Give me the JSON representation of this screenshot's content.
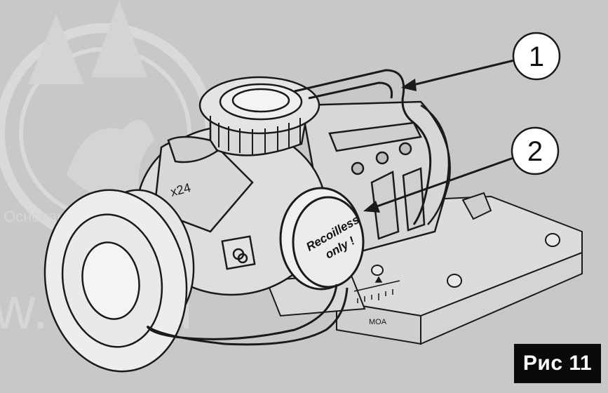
{
  "figure": {
    "badge_label": "Рис 11",
    "callouts": [
      {
        "number": "1"
      },
      {
        "number": "2"
      }
    ],
    "cap_text_line1": "Recoilless",
    "cap_text_line2": "only !",
    "scope_marking": "x24",
    "scale_label": "MOA"
  },
  "watermark": {
    "caption": "Основана в",
    "url_text": "w.wh ru"
  },
  "colors": {
    "background": "#c8c8c8",
    "line": "#1a1a1a",
    "badge_bg": "#0a0a0a",
    "badge_text": "#ffffff",
    "watermark": "#d6d6d6"
  }
}
